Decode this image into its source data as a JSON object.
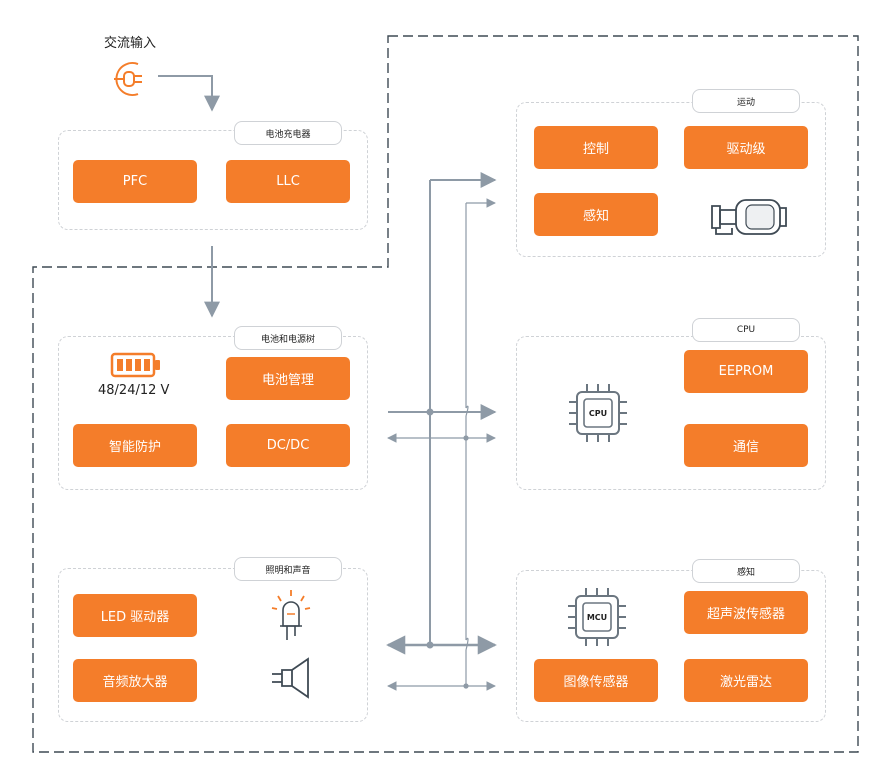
{
  "ac_input": {
    "label": "交流输入",
    "icon": "plug-icon"
  },
  "charger": {
    "title": "电池充电器",
    "pfc": "PFC",
    "llc": "LLC"
  },
  "power": {
    "title": "电池和电源树",
    "voltage": "48/24/12 V",
    "bms": "电池管理",
    "protection": "智能防护",
    "dcdc": "DC/DC",
    "icon": "battery-icon"
  },
  "lighting": {
    "title": "照明和声音",
    "led": "LED 驱动器",
    "amp": "音频放大器",
    "icons": [
      "led-icon",
      "speaker-icon"
    ]
  },
  "motion": {
    "title": "运动",
    "control": "控制",
    "driver": "驱动级",
    "sensing": "感知",
    "icon": "motor-icon"
  },
  "cpu": {
    "title": "CPU",
    "chip": "CPU",
    "eeprom": "EEPROM",
    "comm": "通信"
  },
  "perception": {
    "title": "感知",
    "chip": "MCU",
    "ultrasonic": "超声波传感器",
    "image": "图像传感器",
    "lidar": "激光雷达"
  },
  "colors": {
    "accent": "#f47d2a",
    "line": "#8e9aa6",
    "border": "#3f4a54",
    "icon": "#6b7680"
  }
}
